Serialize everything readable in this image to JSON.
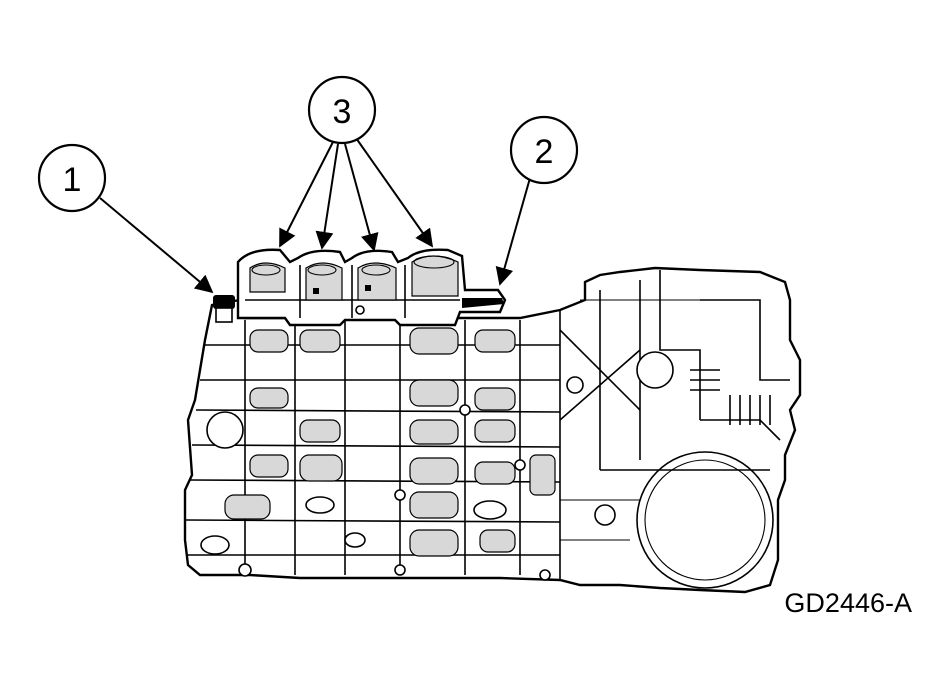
{
  "callouts": [
    {
      "label": "1"
    },
    {
      "label": "2"
    },
    {
      "label": "3"
    }
  ],
  "figure_code": "GD2446-A",
  "colors": {
    "ink": "#000000",
    "paper": "#ffffff"
  }
}
